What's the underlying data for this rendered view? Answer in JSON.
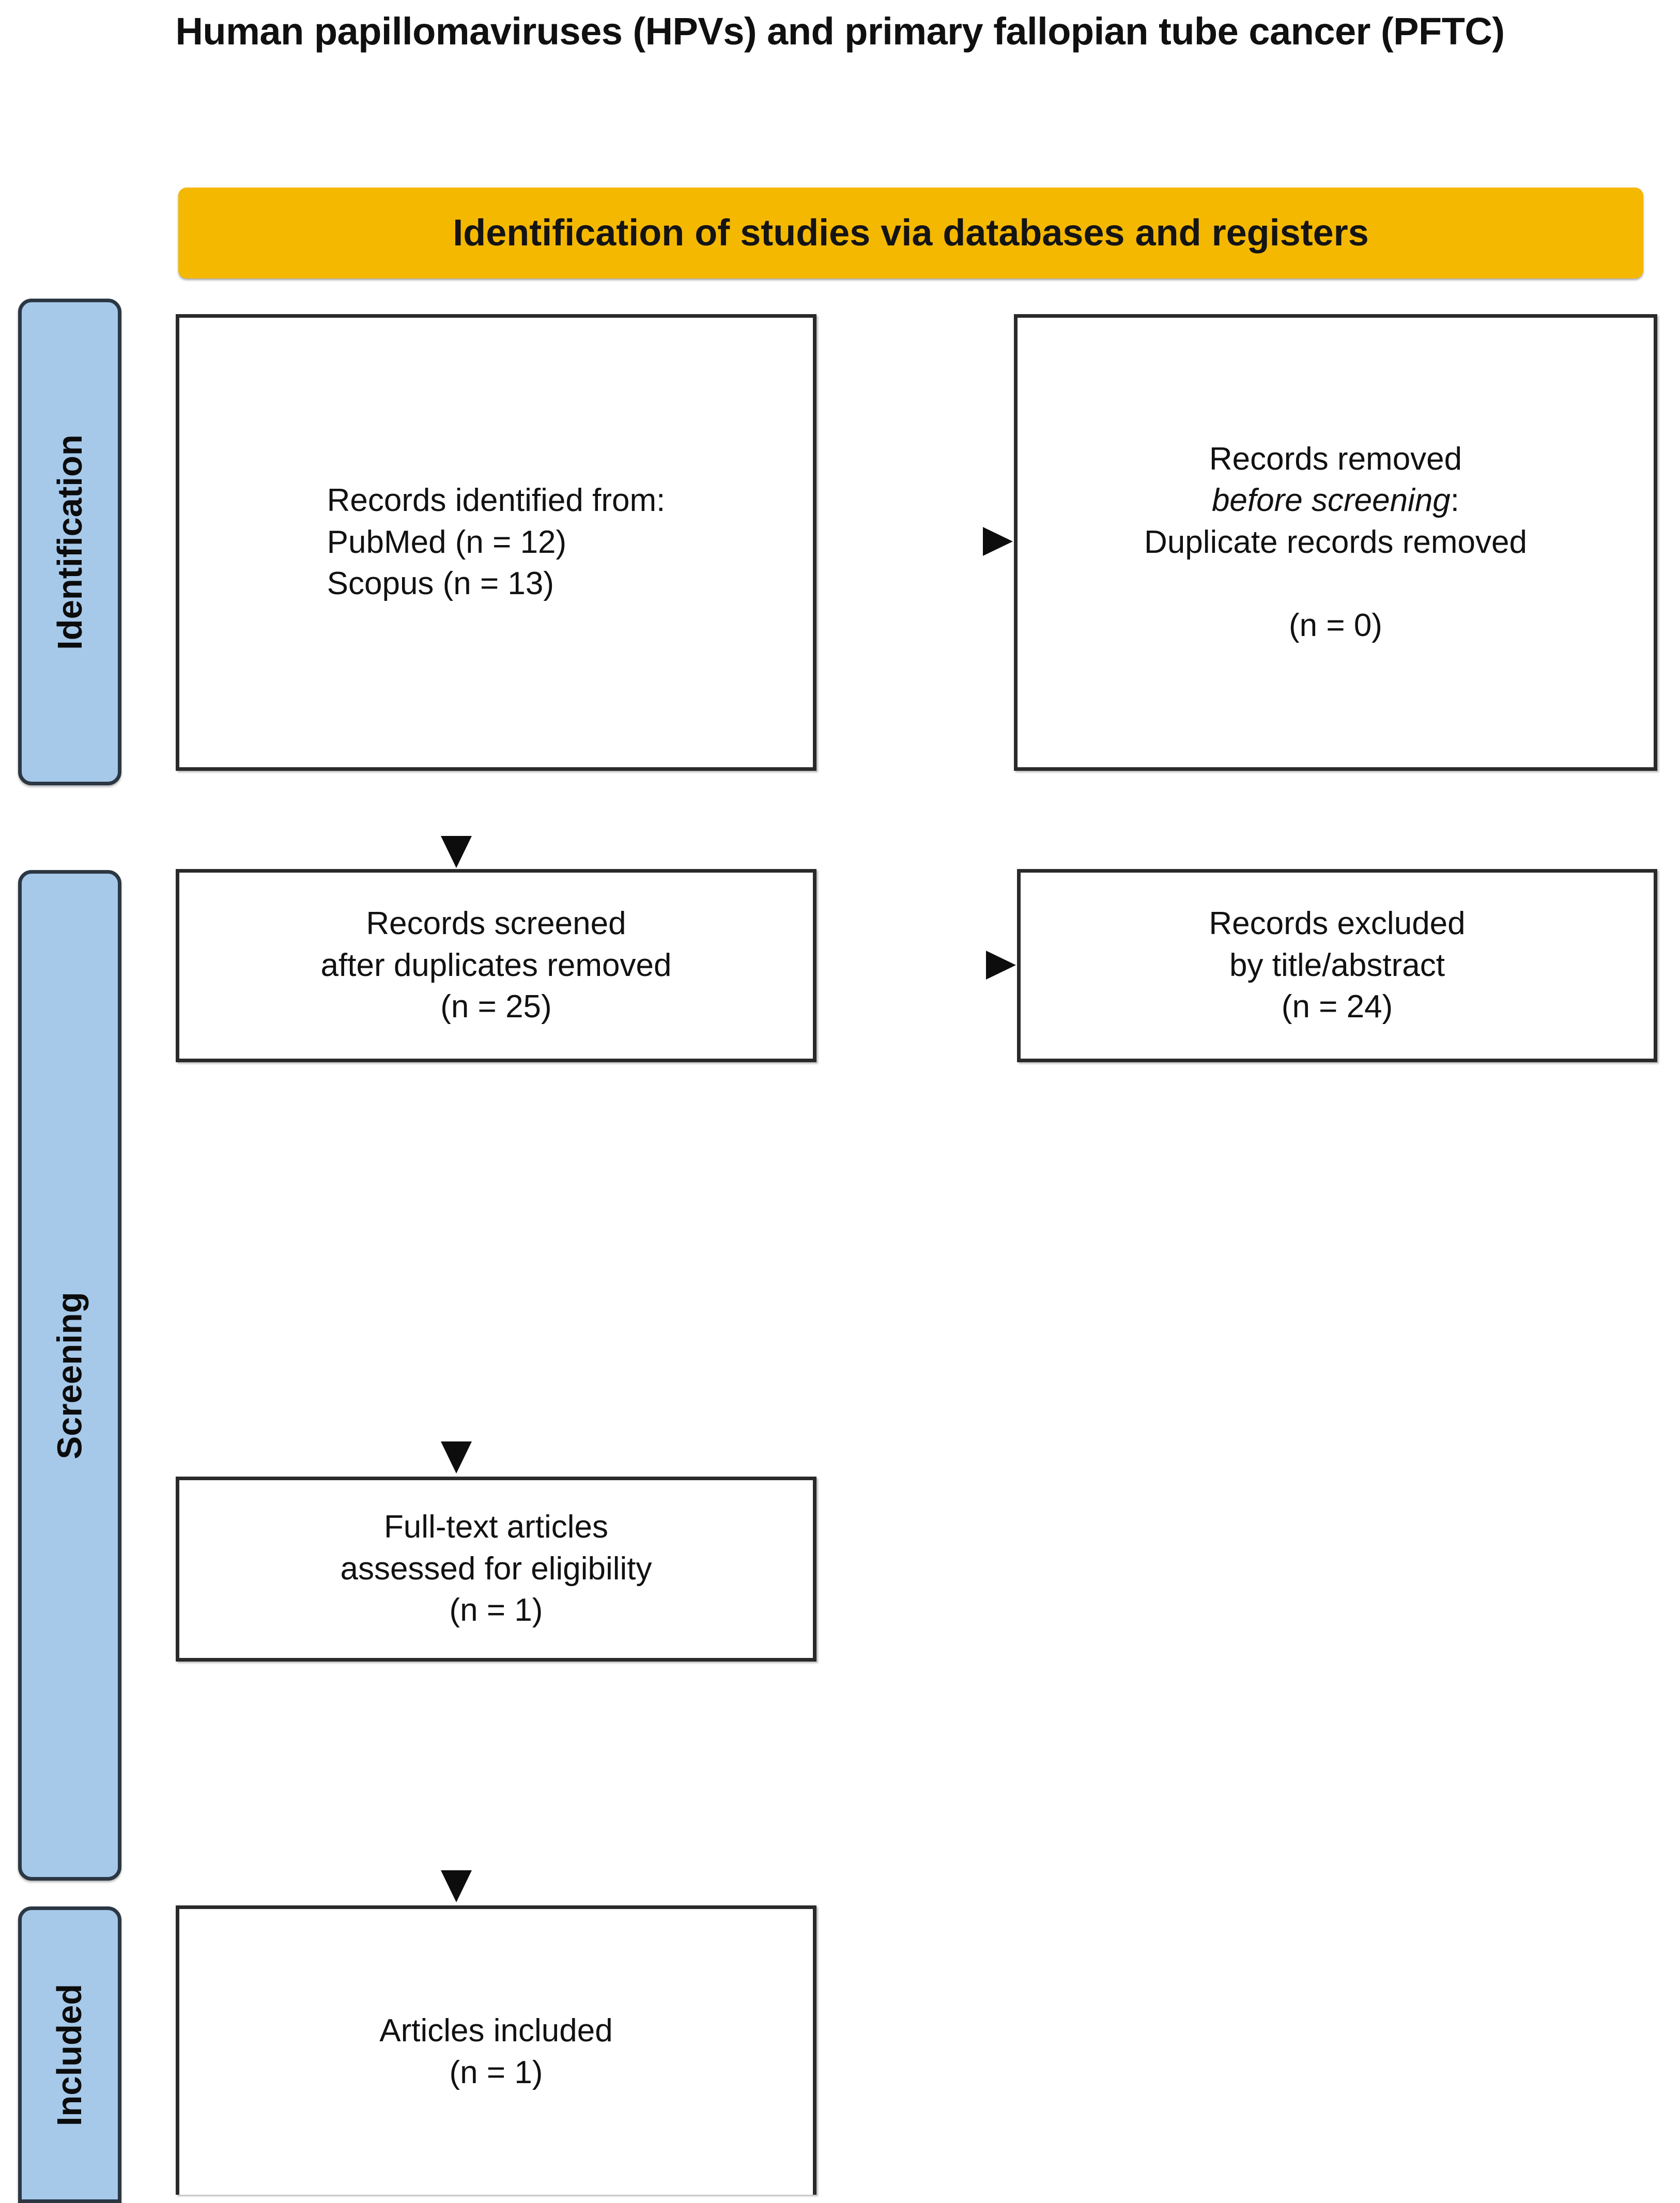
{
  "figure": {
    "title": "Human papillomaviruses (HPVs) and primary fallopian tube cancer (PFTC)",
    "banner_label": "Identification of studies via databases and registers",
    "colors": {
      "banner": "#F5B800",
      "stage_sidebar": "#A6C9EA",
      "sidebar_border": "#2B3743",
      "box_border": "#2A2A2A",
      "connector": "#0d0d0d"
    }
  },
  "stages": [
    {
      "id": "identification",
      "label": "Identification"
    },
    {
      "id": "screening",
      "label": "Screening"
    },
    {
      "id": "included",
      "label": "Included"
    }
  ],
  "boxes": {
    "identified": {
      "align": "left",
      "text": "Records identified from:\nPubMed (n = 12)\nScopus (n = 13)"
    },
    "removed": {
      "align": "center",
      "line1": "Records removed",
      "line2_italic": "before screening",
      "line2_suffix": ":",
      "line3": "Duplicate records removed",
      "line4": "(n = 0)"
    },
    "screened": {
      "align": "center",
      "text": "Records screened\nafter duplicates removed\n(n = 25)"
    },
    "excluded": {
      "align": "center",
      "text": "Records excluded\nby title/abstract\n(n = 24)"
    },
    "fulltext": {
      "align": "center",
      "text": "Full-text articles\nassessed for eligibility\n(n = 1)"
    },
    "included": {
      "align": "center",
      "text": "Articles included\n(n = 1)"
    }
  },
  "chart_data": {
    "type": "diagram",
    "diagram_kind": "PRISMA flow diagram",
    "title": "Human papillomaviruses (HPVs) and primary fallopian tube cancer (PFTC)",
    "header": "Identification of studies via databases and registers",
    "stages": [
      "Identification",
      "Screening",
      "Included"
    ],
    "nodes": [
      {
        "id": "identified",
        "stage": "Identification",
        "label": "Records identified from: PubMed (n = 12) Scopus (n = 13)",
        "n_total": 25,
        "sources": [
          {
            "name": "PubMed",
            "n": 12
          },
          {
            "name": "Scopus",
            "n": 13
          }
        ]
      },
      {
        "id": "removed",
        "stage": "Identification",
        "label": "Records removed before screening: Duplicate records removed (n = 0)",
        "n": 0
      },
      {
        "id": "screened",
        "stage": "Screening",
        "label": "Records screened after duplicates removed (n = 25)",
        "n": 25
      },
      {
        "id": "excluded",
        "stage": "Screening",
        "label": "Records excluded by title/abstract (n = 24)",
        "n": 24
      },
      {
        "id": "fulltext",
        "stage": "Screening",
        "label": "Full-text articles assessed for eligibility (n = 1)",
        "n": 1
      },
      {
        "id": "included",
        "stage": "Included",
        "label": "Articles included (n = 1)",
        "n": 1
      }
    ],
    "edges": [
      {
        "from": "identified",
        "to": "removed",
        "direction": "right"
      },
      {
        "from": "identified",
        "to": "screened",
        "direction": "down"
      },
      {
        "from": "screened",
        "to": "excluded",
        "direction": "right"
      },
      {
        "from": "screened",
        "to": "fulltext",
        "direction": "down"
      },
      {
        "from": "fulltext",
        "to": "included",
        "direction": "down"
      }
    ]
  }
}
